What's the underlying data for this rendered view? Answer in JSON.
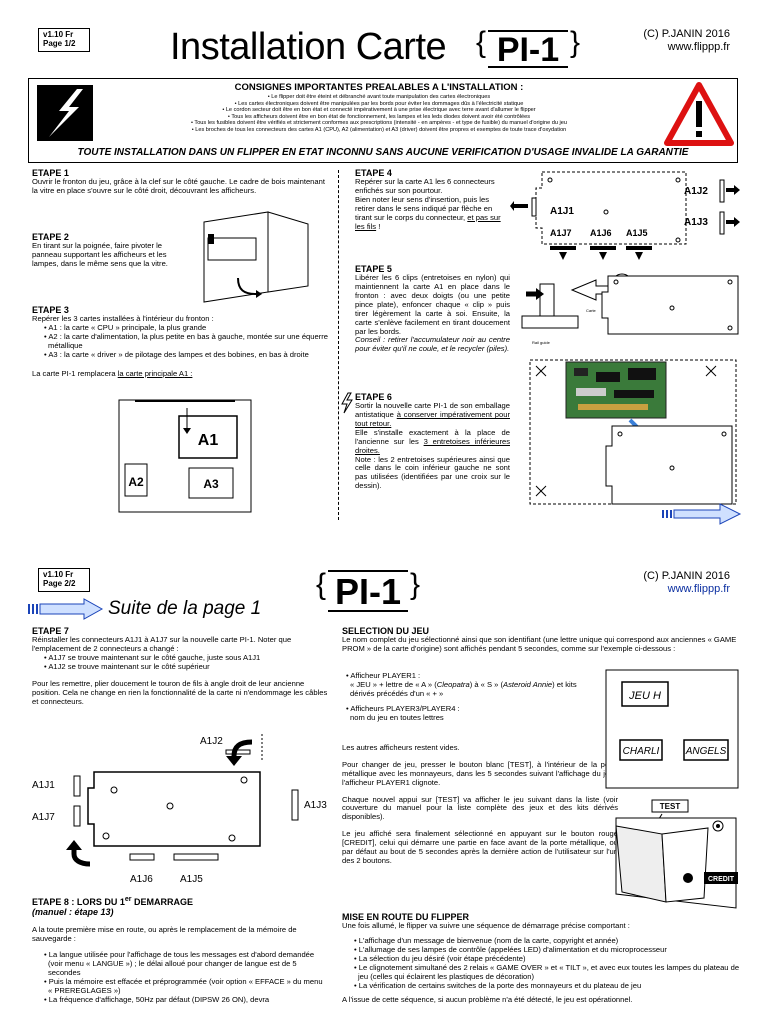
{
  "page1": {
    "version": [
      "v1.10 Fr",
      "Page 1/2"
    ],
    "title": "Installation Carte",
    "pi1": "PI-1",
    "copyright": "(C) P.JANIN 2016",
    "website": "www.flippp.fr",
    "warning": {
      "heading": "CONSIGNES IMPORTANTES PREALABLES A L'INSTALLATION :",
      "lines": [
        "• Le flipper doit être éteint et débranché avant toute manipulation des cartes électroniques",
        "• Les cartes électroniques doivent être manipulées par les bords pour éviter les dommages dûs à l'électricité statique",
        "• Le cordon secteur doit être en bon état et connecté impérativement à une prise électrique avec terre avant d'allumer le flipper",
        "• Tous les afficheurs doivent être en bon état de fonctionnement, les lampes et les leds diodes doivent avoir été contrôlées",
        "• Tous les fusibles doivent être vérifiés et strictement conformes aux prescriptions (intensité - en ampères - et type de fusible) du manuel d'origine du jeu",
        "• Les broches de tous les connecteurs des cartes A1 (CPU), A2 (alimentation) et A3 (driver) doivent être propres et exemptes de toute trace d'oxydation"
      ],
      "footer": "TOUTE INSTALLATION DANS UN FLIPPER EN ETAT INCONNU SANS AUCUNE VERIFICATION D'USAGE INVALIDE LA GARANTIE"
    },
    "etape1": {
      "h": "ETAPE 1",
      "t": "Ouvrir le fronton du jeu, grâce à la clef sur le côté gauche. Le cadre de bois maintenant la vitre en place s'ouvre sur le côté droit, découvrant les afficheurs."
    },
    "etape2": {
      "h": "ETAPE 2",
      "t": "En tirant sur la poignée, faire pivoter le panneau supportant les afficheurs et les lampes, dans le même sens que la vitre."
    },
    "etape3": {
      "h": "ETAPE 3",
      "t": "Repérer les 3 cartes installées à l'intérieur du fronton :",
      "items": [
        "• A1 : la carte « CPU » principale, la plus grande",
        "• A2 : la carte d'alimentation, la plus petite en bas à gauche, montée sur une équerre métallique",
        "• A3 : la carte « driver » de pilotage des lampes et des bobines, en bas à droite"
      ],
      "replace_pre": "La carte PI-1 remplacera ",
      "replace_ul": "la carte principale A1 :",
      "labels": [
        "A1",
        "A2",
        "A3"
      ]
    },
    "etape4": {
      "h": "ETAPE 4",
      "t1": "Repérer sur la carte A1 les 6 connecteurs enfichés sur son pourtour.",
      "t2": "Bien noter leur sens d'insertion, puis les retirer dans le sens indiqué par flèche en tirant sur le corps du connecteur, ",
      "t3": "et pas sur les fils",
      "t4": " !",
      "labels": [
        "A1J2",
        "A1J1",
        "A1J3",
        "A1J7",
        "A1J6",
        "A1J5"
      ]
    },
    "etape5": {
      "h": "ETAPE 5",
      "t": "Libérer les 6 clips (entretoises en nylon) qui maintiennent la carte A1 en place dans le fronton : avec deux doigts (ou une petite pince plate), enfoncer chaque « clip » puis tirer légèrement la carte à soi. Ensuite, la carte s'enlève facilement en tirant doucement par les bords.",
      "conseil": "Conseil : retirer l'accumulateur noir au centre pour éviter qu'il ne coule, et le recycler (piles).",
      "labels": [
        "Carte",
        "Rail guide"
      ]
    },
    "etape6": {
      "h": "ETAPE 6",
      "t1": "Sortir la nouvelle carte PI-1 de son emballage antistatique ",
      "t2": "à conserver impérativement pour tout retour.",
      "t3": "Elle s'installe exactement à la place de l'ancienne sur les ",
      "t4": "3 entretoises inférieures droites.",
      "t5": "Note : les 2 entretoises supérieures ainsi que celle dans le coin inférieur gauche ne sont pas utilisées (identifiées par une croix sur le dessin)."
    }
  },
  "page2": {
    "version": [
      "v1.10 Fr",
      "Page 2/2"
    ],
    "suite": "Suite de la page 1",
    "pi1": "PI-1",
    "copyright": "(C) P.JANIN 2016",
    "website": "www.flippp.fr",
    "etape7": {
      "h": "ETAPE 7",
      "t": "Réinstaller les connecteurs A1J1 à A1J7 sur la nouvelle carte PI-1. Noter que l'emplacement de 2 connecteurs a changé :",
      "items": [
        "• A1J7 se trouve maintenant sur le côté gauche, juste sous A1J1",
        "• A1J2 se trouve maintenant sur le côté supérieur"
      ],
      "t2": "Pour les remettre, plier doucement le touron de fils à angle droit de leur ancienne position. Cela ne change en rien la fonctionnalité de la carte ni n'endommage les câbles et connecteurs.",
      "labels": [
        "A1J2",
        "A1J1",
        "A1J3",
        "A1J7",
        "A1J6",
        "A1J5"
      ]
    },
    "etape8": {
      "h_pre": "ETAPE 8 : LORS DU 1",
      "h_sup": "er",
      "h_post": " DEMARRAGE",
      "sub": "(manuel : étape 13)",
      "t": "A la toute première mise en route, ou après le remplacement de la mémoire de sauvegarde :",
      "items": [
        "• La langue utilisée pour l'affichage de tous les messages est d'abord demandée (voir menu « LANGUE ») ; le délai alloué pour changer de langue est de 5 secondes",
        "• Puis la mémoire est effacée et préprogrammée (voir option « EFFACE » du menu « PREREGLAGES »)",
        "• La fréquence d'affichage, 50Hz par défaut (DIPSW 26 ON), devra"
      ]
    },
    "selection": {
      "h": "SELECTION DU JEU",
      "t": "Le nom complet du jeu sélectionné ainsi que son identifiant (une lettre unique qui correspond aux anciennes « GAME PROM » de la carte d'origine) sont affichés pendant 5 secondes, comme sur l'exemple ci-dessous :",
      "b1": "• Afficheur PLAYER1 :",
      "b1t_a": "« JEU » + lettre de « A » (",
      "b1t_b": "Cleopatra",
      "b1t_c": ") à « S » (",
      "b1t_d": "Asteroid Annie",
      "b1t_e": ") et kits dérivés précédés d'un « + »",
      "b2": "• Afficheurs PLAYER3/PLAYER4 :",
      "b2t": "nom du jeu en toutes lettres",
      "t2": "Les autres afficheurs restent vides.",
      "t3": "Pour changer de jeu, presser le bouton blanc [TEST], à l'intérieur de la porte métallique avec les monnayeurs, dans les 5 secondes suivant l'affichage du jeu : l'afficheur PLAYER1 clignote.",
      "t4": "Chaque nouvel appui sur [TEST] va afficher le jeu suivant dans la liste (voir couverture du manuel pour la liste complète des jeux et des kits dérivés disponibles).",
      "t5": "Le jeu affiché sera finalement sélectionné en appuyant sur le bouton rouge [CREDIT], celui qui démarre une partie en face avant de la porte métallique, ou par défaut au bout de 5 secondes après la dernière action de l'utilisateur sur l'un des 2 boutons.",
      "disp": [
        "JEU H",
        "CHARLI",
        "ANGELS"
      ],
      "btn": [
        "TEST",
        "CREDIT"
      ]
    },
    "miseenroute": {
      "h": "MISE EN ROUTE DU FLIPPER",
      "t": "Une fois allumé, le flipper va suivre une séquence de démarrage précise comportant :",
      "items": [
        "• L'affichage d'un message de bienvenue (nom de la carte, copyright et année)",
        "• L'allumage de ses lampes de contrôle (appelées LED) d'alimentation et du microprocesseur",
        "• La sélection du jeu désiré (voir étape précédente)",
        "• Le clignotement simultané des 2 relais « GAME OVER » et « TILT », et avec eux toutes les lampes du plateau de jeu (celles qui éclairent les plastiques de décoration)",
        "• La vérification de certains switches de la porte des monnayeurs et du plateau de jeu"
      ],
      "t2": "A l'issue de cette séquence, si aucun problème n'a été détecté, le jeu est opérationnel."
    }
  }
}
